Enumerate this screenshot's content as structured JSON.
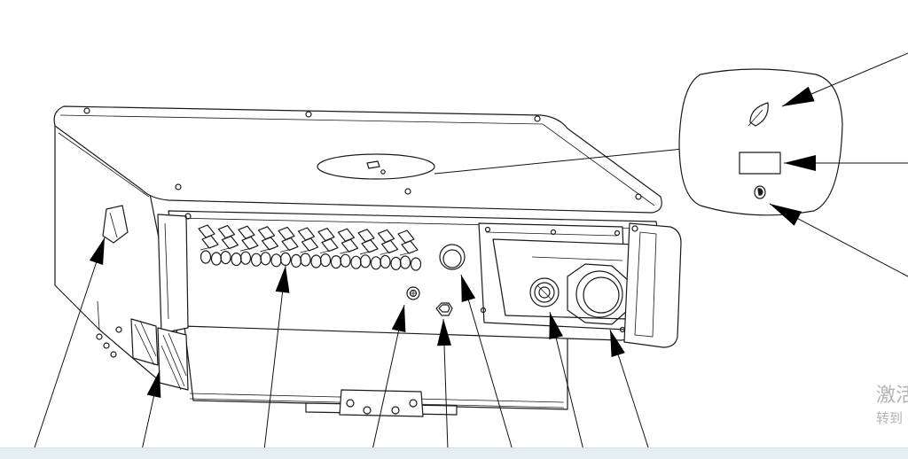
{
  "figure": {
    "subject": "inverter-bottom-view-line-drawing",
    "line_color": "#1a1a1a",
    "background": "#ffffff",
    "callouts": [
      {
        "target": "side-handle"
      },
      {
        "target": "cooling-fan"
      },
      {
        "target": "dc-connector-array"
      },
      {
        "target": "ground-screw"
      },
      {
        "target": "vent-valve"
      },
      {
        "target": "round-port"
      },
      {
        "target": "communication-gland"
      },
      {
        "target": "ac-output-gland"
      }
    ],
    "inset_callouts": [
      {
        "target": "led-indicator-leaf"
      },
      {
        "target": "lcd-display"
      },
      {
        "target": "button-key"
      }
    ]
  },
  "watermark": {
    "line1": "激活",
    "line2": "转到"
  }
}
